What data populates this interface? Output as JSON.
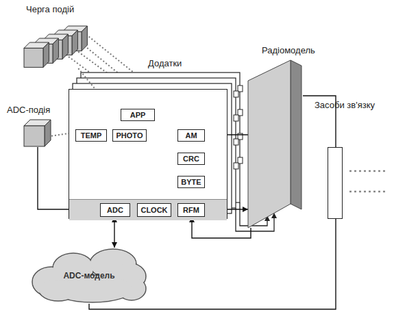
{
  "diagram": {
    "nodes": [
      {
        "text": [
          "Черга подій"
        ]
      },
      {
        "text": [
          "Додатки"
        ]
      },
      {
        "text": [
          "APP"
        ],
        "in": 1
      },
      {
        "text": [
          "TEMP"
        ],
        "in": 1
      },
      {
        "text": [
          "PHOTO"
        ],
        "in": 1
      },
      {
        "text": [
          "AM"
        ],
        "in": 1
      },
      {
        "text": [
          "CRC"
        ],
        "in": 1
      },
      {
        "text": [
          "BYTE"
        ],
        "in": 1
      },
      {
        "text": [
          "ADC"
        ],
        "in": 1
      },
      {
        "text": [
          "CLOCK"
        ],
        "in": 1
      },
      {
        "text": [
          "RFM"
        ],
        "in": 1
      },
      {
        "text": [
          "ADC-подія"
        ]
      },
      {
        "text": [
          "Радіомодель"
        ]
      },
      {
        "text": [
          "Засоби зв'язку"
        ]
      },
      {
        "text": [
          "ADC-модель"
        ]
      }
    ],
    "edges": [
      {
        "from": 0,
        "to": 1,
        "arrow": "none"
      },
      {
        "from": 11,
        "to": 1,
        "arrow": "none"
      },
      {
        "from": 2,
        "to": 3,
        "arrow": "none"
      },
      {
        "from": 2,
        "to": 4,
        "arrow": "none"
      },
      {
        "from": 3,
        "to": 8,
        "arrow": "none"
      },
      {
        "from": 4,
        "to": 8,
        "arrow": "none"
      },
      {
        "from": 5,
        "to": 6,
        "arrow": "none"
      },
      {
        "from": 6,
        "to": 7,
        "arrow": "none"
      },
      {
        "from": 7,
        "to": 10,
        "arrow": "none"
      },
      {
        "from": 11,
        "to": 8,
        "arrow": "to"
      },
      {
        "from": 8,
        "to": 14,
        "arrow": "both"
      },
      {
        "from": 5,
        "to": 12,
        "arrow": "none"
      },
      {
        "from": 12,
        "to": 13,
        "arrow": "none"
      },
      {
        "from": 13,
        "to": 14,
        "arrow": "none"
      },
      {
        "from": 12,
        "to": 10,
        "arrow": "to"
      },
      {
        "from": 10,
        "to": 12,
        "arrow": "to"
      }
    ]
  }
}
